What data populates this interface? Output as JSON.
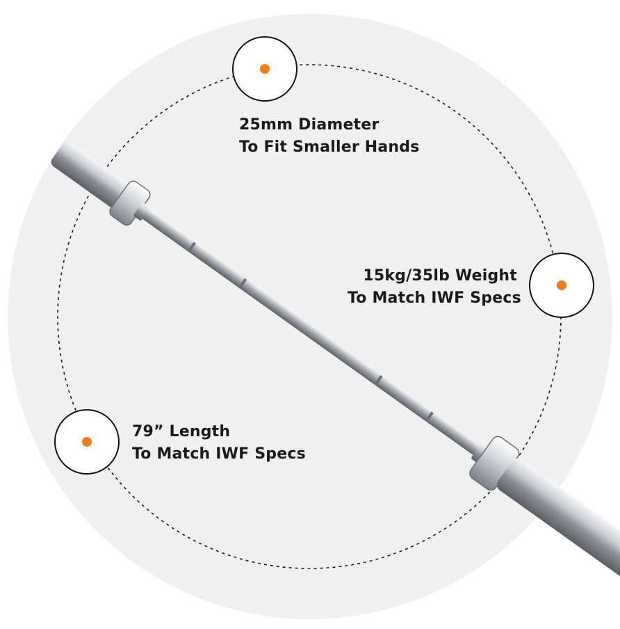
{
  "colors": {
    "background_circle": "#f0f0f0",
    "accent_dot": "#f07d1a",
    "text": "#1a1a1a",
    "ring": "#111111"
  },
  "callouts": [
    {
      "id": "diameter",
      "line1": "25mm Diameter",
      "line2": "To Fit Smaller Hands",
      "icon": "orange-dot-icon"
    },
    {
      "id": "weight",
      "line1": "15kg/35lb Weight",
      "line2": "To Match IWF Specs",
      "icon": "orange-dot-icon"
    },
    {
      "id": "length",
      "line1": "79” Length",
      "line2": "To Match IWF Specs",
      "icon": "orange-dot-icon"
    }
  ],
  "product": {
    "image": "barbell-illustration"
  }
}
